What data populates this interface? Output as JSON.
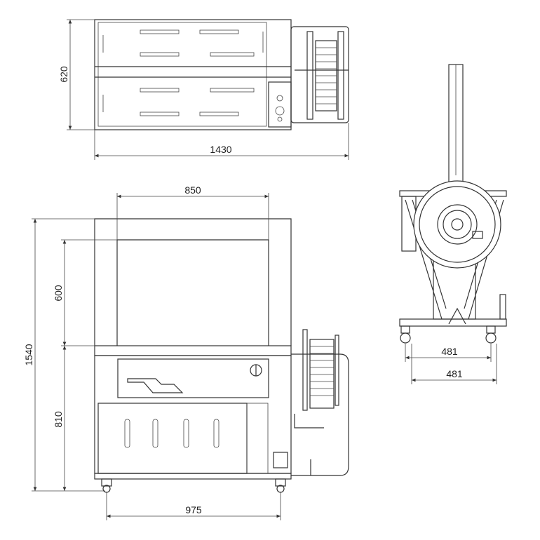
{
  "title": "Strapping machine dimension drawing",
  "views": {
    "top": {
      "width_label": "1430",
      "depth_label": "620"
    },
    "front": {
      "arch_width_label": "850",
      "total_height_label": "1540",
      "arch_height_label": "600",
      "table_height_label": "810",
      "wheelbase_label": "975"
    },
    "side": {
      "wheel_track_label": "481",
      "base_width_label": "481"
    }
  },
  "colors": {
    "line": "#333333",
    "background": "#ffffff"
  }
}
